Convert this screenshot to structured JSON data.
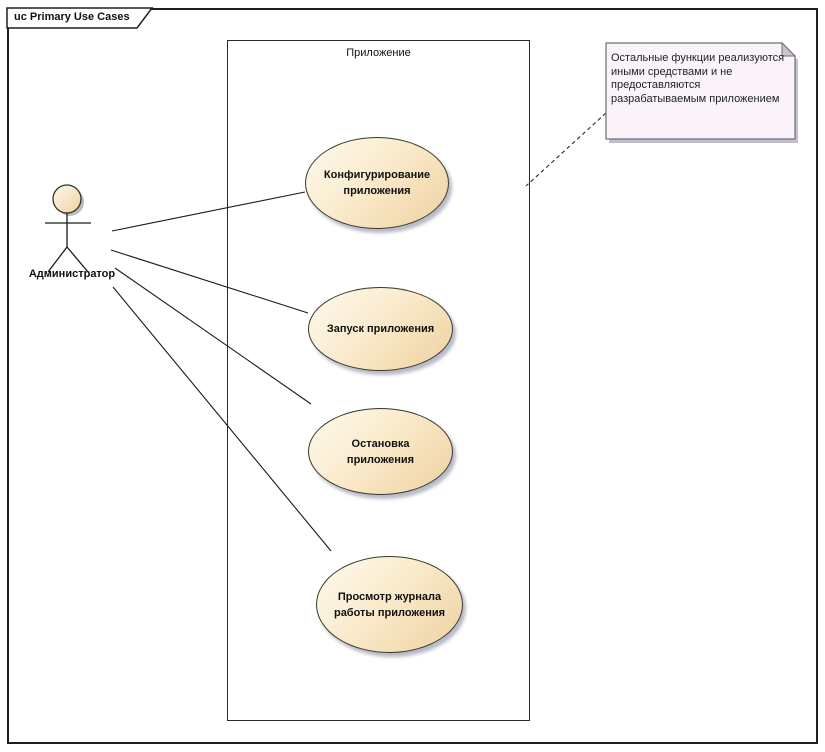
{
  "frame": {
    "label": "uc Primary Use Cases"
  },
  "boundary": {
    "title": "Приложение"
  },
  "actor": {
    "label": "Администратор"
  },
  "use_cases": [
    {
      "label": "Конфигурирование приложения"
    },
    {
      "label": "Запуск приложения"
    },
    {
      "label": "Остановка приложения"
    },
    {
      "label": "Просмотр журнала работы приложения"
    }
  ],
  "note": {
    "text": "Остальные функции реализуются иными средствами и не предоставляются разрабатываемым приложением"
  },
  "colors": {
    "usecase_fill_light": "#fefaf0",
    "usecase_fill_dark": "#eed0a0",
    "usecase_border": "#38382a",
    "note_fill": "#faf3fa",
    "note_fold": "#c8c4cf",
    "note_border": "#6f6f78",
    "note_text": "#20232f",
    "connector": "#1a1a1a",
    "frame_border": "#1f1f1f"
  }
}
